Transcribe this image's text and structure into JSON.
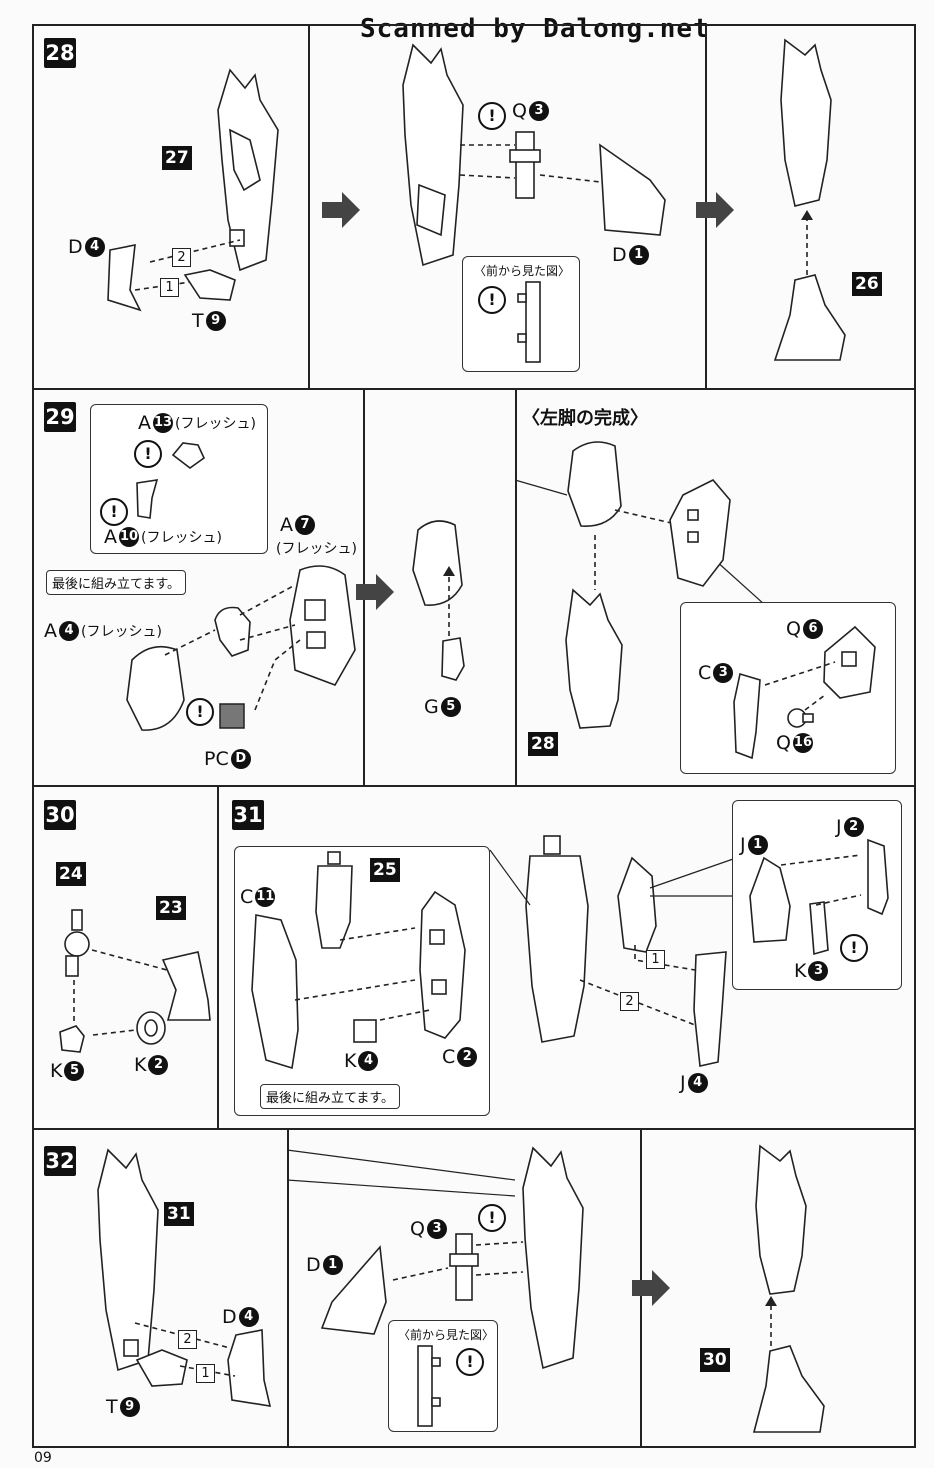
{
  "header": {
    "scan_credit": "Scanned by Dalong.net"
  },
  "footer": {
    "page_number": "09"
  },
  "steps": {
    "s28": {
      "number": "28",
      "ref_a": "27",
      "ref_b": "26",
      "parts": {
        "d4": "D",
        "d4n": "4",
        "t9": "T",
        "t9n": "9",
        "q3": "Q",
        "q3n": "3",
        "d1": "D",
        "d1n": "1"
      },
      "order": [
        "1",
        "2"
      ],
      "front_view": "〈前から見た図〉"
    },
    "s29": {
      "number": "29",
      "title": "〈左脚の完成〉",
      "ref_a": "28",
      "parts": {
        "a13": "A",
        "a13n": "13",
        "a13s": "(フレッシュ)",
        "a10": "A",
        "a10n": "10",
        "a10s": "(フレッシュ)",
        "a7": "A",
        "a7n": "7",
        "a7s": "(フレッシュ)",
        "a4": "A",
        "a4n": "4",
        "a4s": "(フレッシュ)",
        "pcd": "PC",
        "pcdn": "D",
        "g5": "G",
        "g5n": "5",
        "q6": "Q",
        "q6n": "6",
        "c3": "C",
        "c3n": "3",
        "q16": "Q",
        "q16n": "16"
      },
      "last_note": "最後に組み立てます。"
    },
    "s30": {
      "number": "30",
      "ref_a": "24",
      "ref_b": "23",
      "parts": {
        "k5": "K",
        "k5n": "5",
        "k2": "K",
        "k2n": "2"
      }
    },
    "s31": {
      "number": "31",
      "ref_a": "25",
      "parts": {
        "c11": "C",
        "c11n": "11",
        "k4": "K",
        "k4n": "4",
        "c2": "C",
        "c2n": "2",
        "j1": "J",
        "j1n": "1",
        "j2": "J",
        "j2n": "2",
        "k3": "K",
        "k3n": "3",
        "j4": "J",
        "j4n": "4"
      },
      "order": [
        "1",
        "2"
      ],
      "last_note": "最後に組み立てます。"
    },
    "s32": {
      "number": "32",
      "ref_a": "31",
      "ref_b": "30",
      "parts": {
        "d1": "D",
        "d1n": "1",
        "q3": "Q",
        "q3n": "3",
        "d4": "D",
        "d4n": "4",
        "t9": "T",
        "t9n": "9"
      },
      "order": [
        "1",
        "2"
      ],
      "front_view": "〈前から見た図〉"
    }
  },
  "warning_symbol": "!"
}
